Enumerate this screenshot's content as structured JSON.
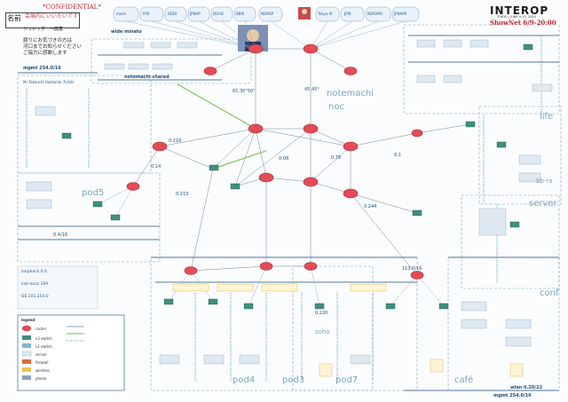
{
  "header": {
    "confidential": "*CONFIDENTIAL*",
    "name_label": "名前",
    "name_handwritten": "会場内にいいたいです",
    "notice_small": "シュレッダーへ廃棄",
    "notice_lines": [
      "誤りにお気づきの方は",
      "河口までお知らせください",
      "ご協力に感謝します"
    ]
  },
  "brand": {
    "title": "INTEROP",
    "subtitle": "TOKYO | JUNE 9-13, 2003",
    "showver": "ShowNet 6/9-20:00"
  },
  "zones": [
    "notemachi",
    "noc",
    "pod5",
    "server",
    "life",
    "conf",
    "café",
    "pod4",
    "pod3",
    "pod7",
    "soho",
    "bb-ra"
  ],
  "segments": {
    "wide_minato": "wide minato",
    "notemachi_shared": "notemachi shared",
    "left_seg": "mgmt 254.0/16",
    "left_author": "Mr Takeuchi\nHokkaido 7ishiki",
    "ring_label1": "65.30°50°",
    "ring_label2": "45.45°",
    "route1": "0.210",
    "route2": "0.213",
    "route3": "0.14",
    "route4": "0.1",
    "route5": "0.08",
    "route6": "0.244",
    "route7": "0.220",
    "route8": "113.0/16",
    "route9": "0.76",
    "mid_ip": "0.4/16",
    "loop1": "loopback 0.0",
    "loop2": "link-local 169",
    "loop3": "DE 201.254.0",
    "foot1": "wlan 0.20/22",
    "foot2": "mgmt 254.0/16"
  },
  "legend": {
    "title": "legend",
    "items": [
      "router",
      "L3 switch",
      "L2 switch",
      "server",
      "firewall",
      "wireless",
      "phone"
    ]
  },
  "cloud_labels": [
    "mesh",
    "IPIX",
    "KDDI",
    "JPNAP",
    "DIX-IE",
    "BBIX",
    "NSPIXP",
    "Tokyo-IX",
    "JPIX",
    "NSPIXP6",
    "JPNAP6"
  ],
  "colors": {
    "core_router": "#e34c57",
    "router_stroke": "#a8232c",
    "switch": "#3f8f7f",
    "link": "#5e7b92",
    "zone": "#7aa7b8",
    "box": "#dfe9f2"
  }
}
